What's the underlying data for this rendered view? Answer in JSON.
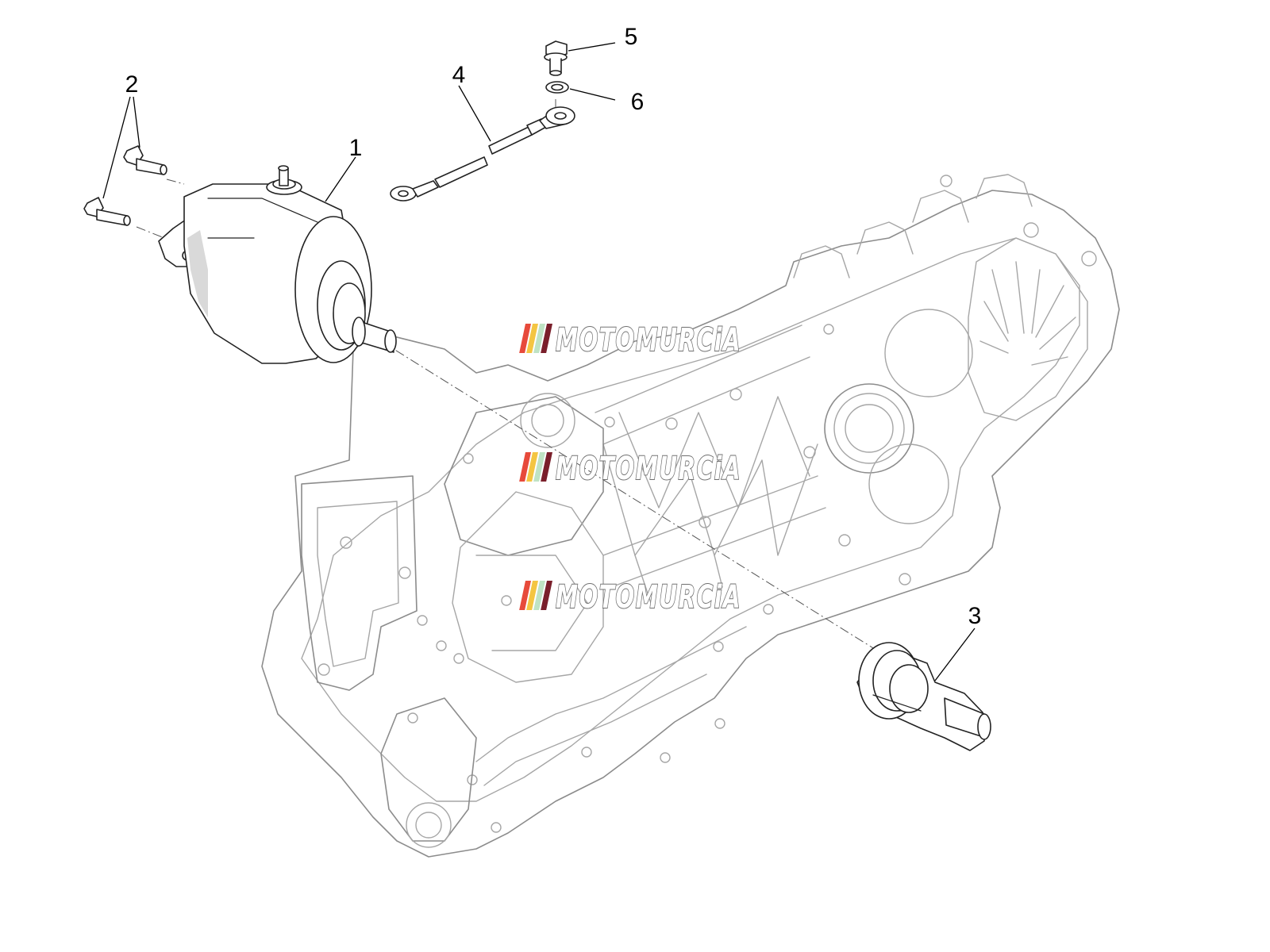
{
  "diagram": {
    "callouts": [
      {
        "id": "1",
        "label": "1"
      },
      {
        "id": "2",
        "label": "2"
      },
      {
        "id": "3",
        "label": "3"
      },
      {
        "id": "4",
        "label": "4"
      },
      {
        "id": "5",
        "label": "5"
      },
      {
        "id": "6",
        "label": "6"
      }
    ]
  },
  "watermark": {
    "text": "MOTOMURCiA",
    "stripe_colors": [
      "#e74a3b",
      "#f4c542",
      "#bfe3c4",
      "#7a1f2b"
    ]
  }
}
